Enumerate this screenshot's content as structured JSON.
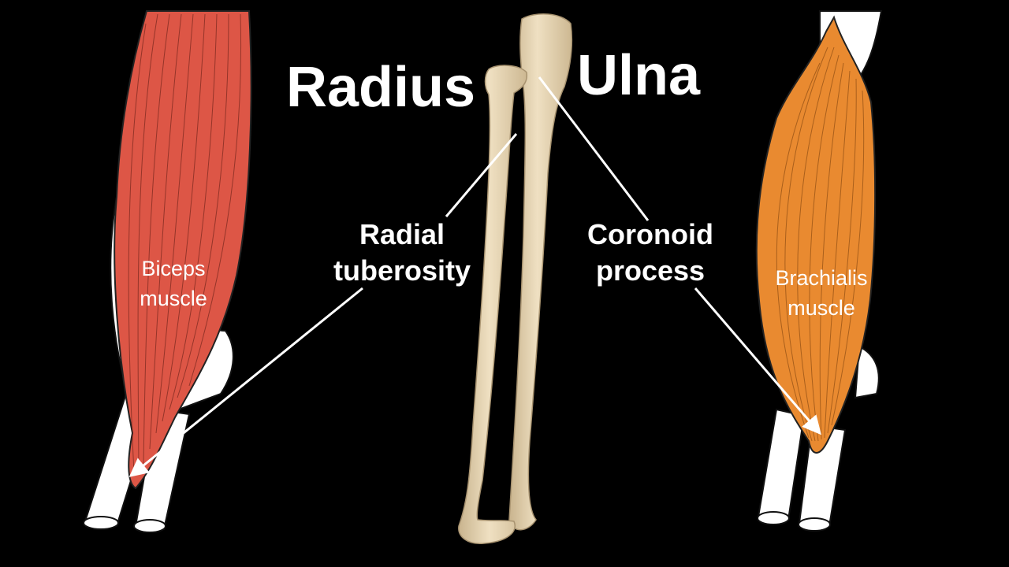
{
  "labels": {
    "radius": "Radius",
    "ulna": "Ulna",
    "radial_tuberosity": [
      "Radial",
      "tuberosity"
    ],
    "coronoid_process": [
      "Coronoid",
      "process"
    ],
    "biceps": [
      "Biceps",
      "muscle"
    ],
    "brachialis": [
      "Brachialis",
      "muscle"
    ]
  },
  "colors": {
    "background": "#000000",
    "biceps": "#dd5646",
    "brachialis": "#e98a30",
    "bone": "#e6d3b0",
    "outline": "#1a1a1a",
    "pointer": "#ffffff"
  }
}
